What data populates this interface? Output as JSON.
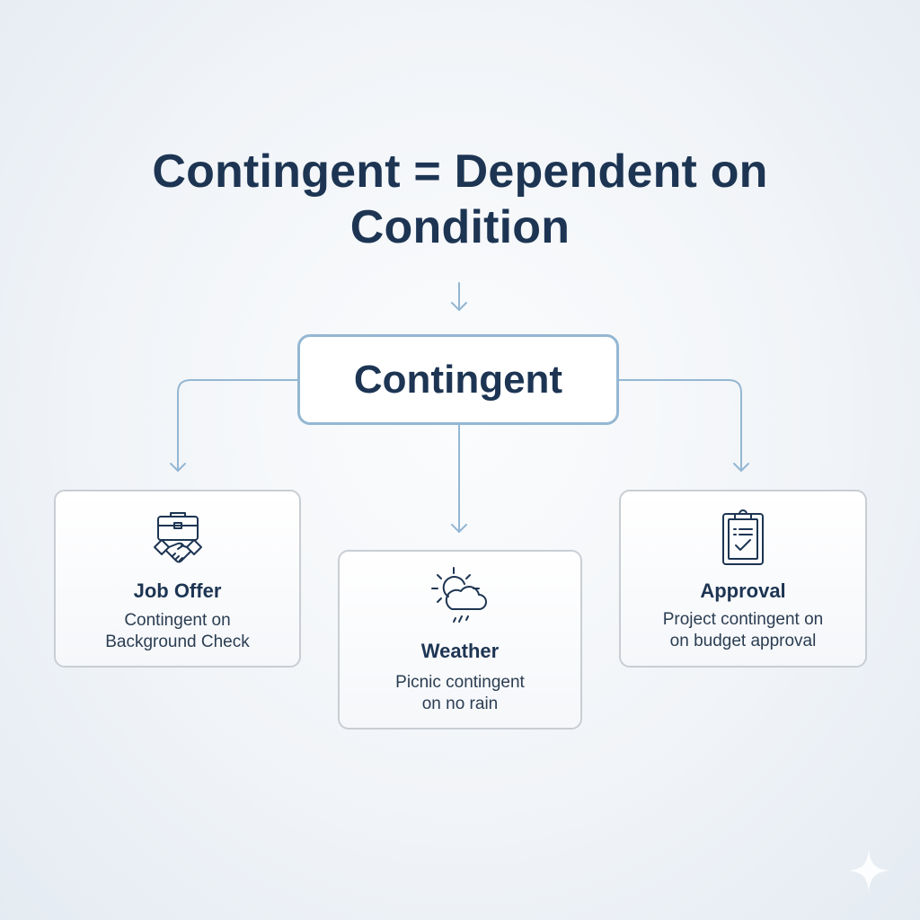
{
  "title": {
    "line1": "Contingent = Dependent on",
    "line2": "Condition"
  },
  "center_node": {
    "label": "Contingent"
  },
  "colors": {
    "title_text": "#1d3553",
    "connector": "#94b7d3",
    "card_border": "#c9ced4",
    "background": "#f1f4f8"
  },
  "cards": [
    {
      "icon": "briefcase-handshake-icon",
      "title": "Job Offer",
      "desc_line1": "Contingent on",
      "desc_line2": "Background Check"
    },
    {
      "icon": "sun-cloud-rain-icon",
      "title": "Weather",
      "desc_line1": "Picnic contingent",
      "desc_line2": "on no rain"
    },
    {
      "icon": "clipboard-check-icon",
      "title": "Approval",
      "desc_line1": "Project contingent on",
      "desc_line2": "on budget approval"
    }
  ],
  "watermark": {
    "icon": "sparkle-icon"
  }
}
